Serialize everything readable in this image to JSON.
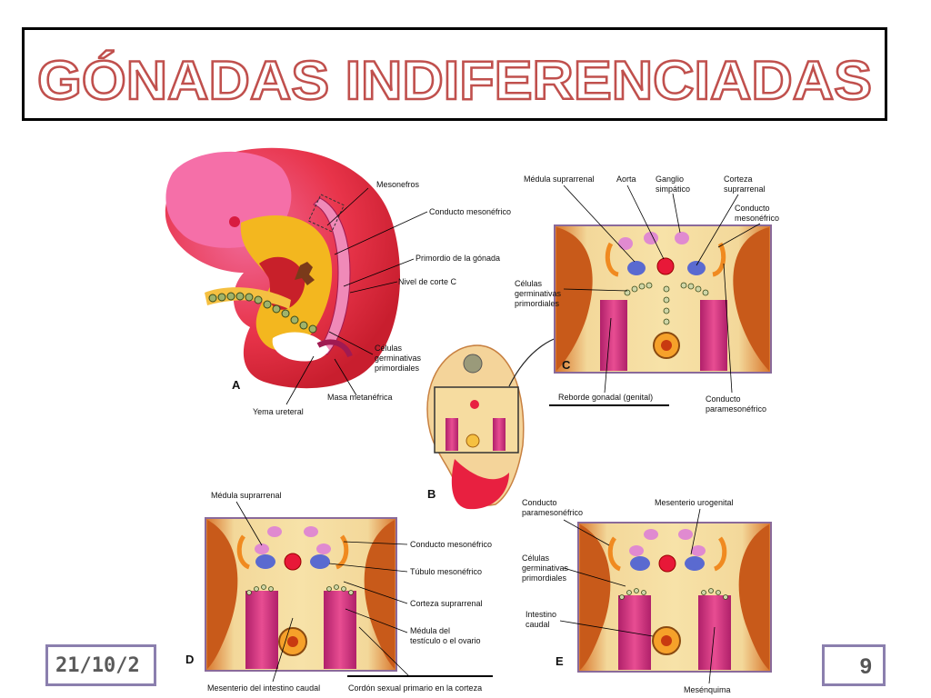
{
  "title": "GÓNADAS INDIFERENCIADAS",
  "footer": {
    "date": "21/10/2",
    "page_number": "9"
  },
  "panel_letters": {
    "a": "A",
    "b": "B",
    "c": "C",
    "d": "D",
    "e": "E"
  },
  "labels": {
    "a": {
      "mesonefros": "Mesonefros",
      "conducto_mesonefrico": "Conducto mesonéfrico",
      "primordio_gonada": "Primordio de la gónada",
      "nivel_corte": "Nivel de corte C",
      "celulas_1": "Células",
      "celulas_2": "germinativas",
      "celulas_3": "primordiales",
      "masa_metanefrica": "Masa metanéfrica",
      "yema_ureteral": "Yema ureteral"
    },
    "c": {
      "medula_suprarrenal": "Médula suprarrenal",
      "aorta": "Aorta",
      "ganglio_1": "Ganglio",
      "ganglio_2": "simpático",
      "corteza_1": "Corteza",
      "corteza_2": "suprarrenal",
      "conducto_meso_1": "Conducto",
      "conducto_meso_2": "mesonéfrico",
      "celulas_1": "Células",
      "celulas_2": "germinativas",
      "celulas_3": "primordiales",
      "reborde": "Reborde gonadal (genital)",
      "paramesonefrico_1": "Conducto",
      "paramesonefrico_2": "paramesonéfrico"
    },
    "d": {
      "medula_suprarrenal": "Médula suprarrenal",
      "conducto_mesonefrico": "Conducto mesonéfrico",
      "tubulo": "Túbulo mesonéfrico",
      "corteza": "Corteza suprarrenal",
      "medula_testiculo_1": "Médula del",
      "medula_testiculo_2": "testículo o el ovario",
      "mesenterio": "Mesenterio del intestino caudal",
      "cordon": "Cordón sexual primario en la corteza"
    },
    "e": {
      "paramesonefrico_1": "Conducto",
      "paramesonefrico_2": "paramesonéfrico",
      "mesenterio_urogenital": "Mesenterio urogenital",
      "celulas_1": "Células",
      "celulas_2": "germinativas",
      "celulas_3": "primordiales",
      "intestino_1": "Intestino",
      "intestino_2": "caudal",
      "mesenquima": "Mesénquima"
    }
  }
}
